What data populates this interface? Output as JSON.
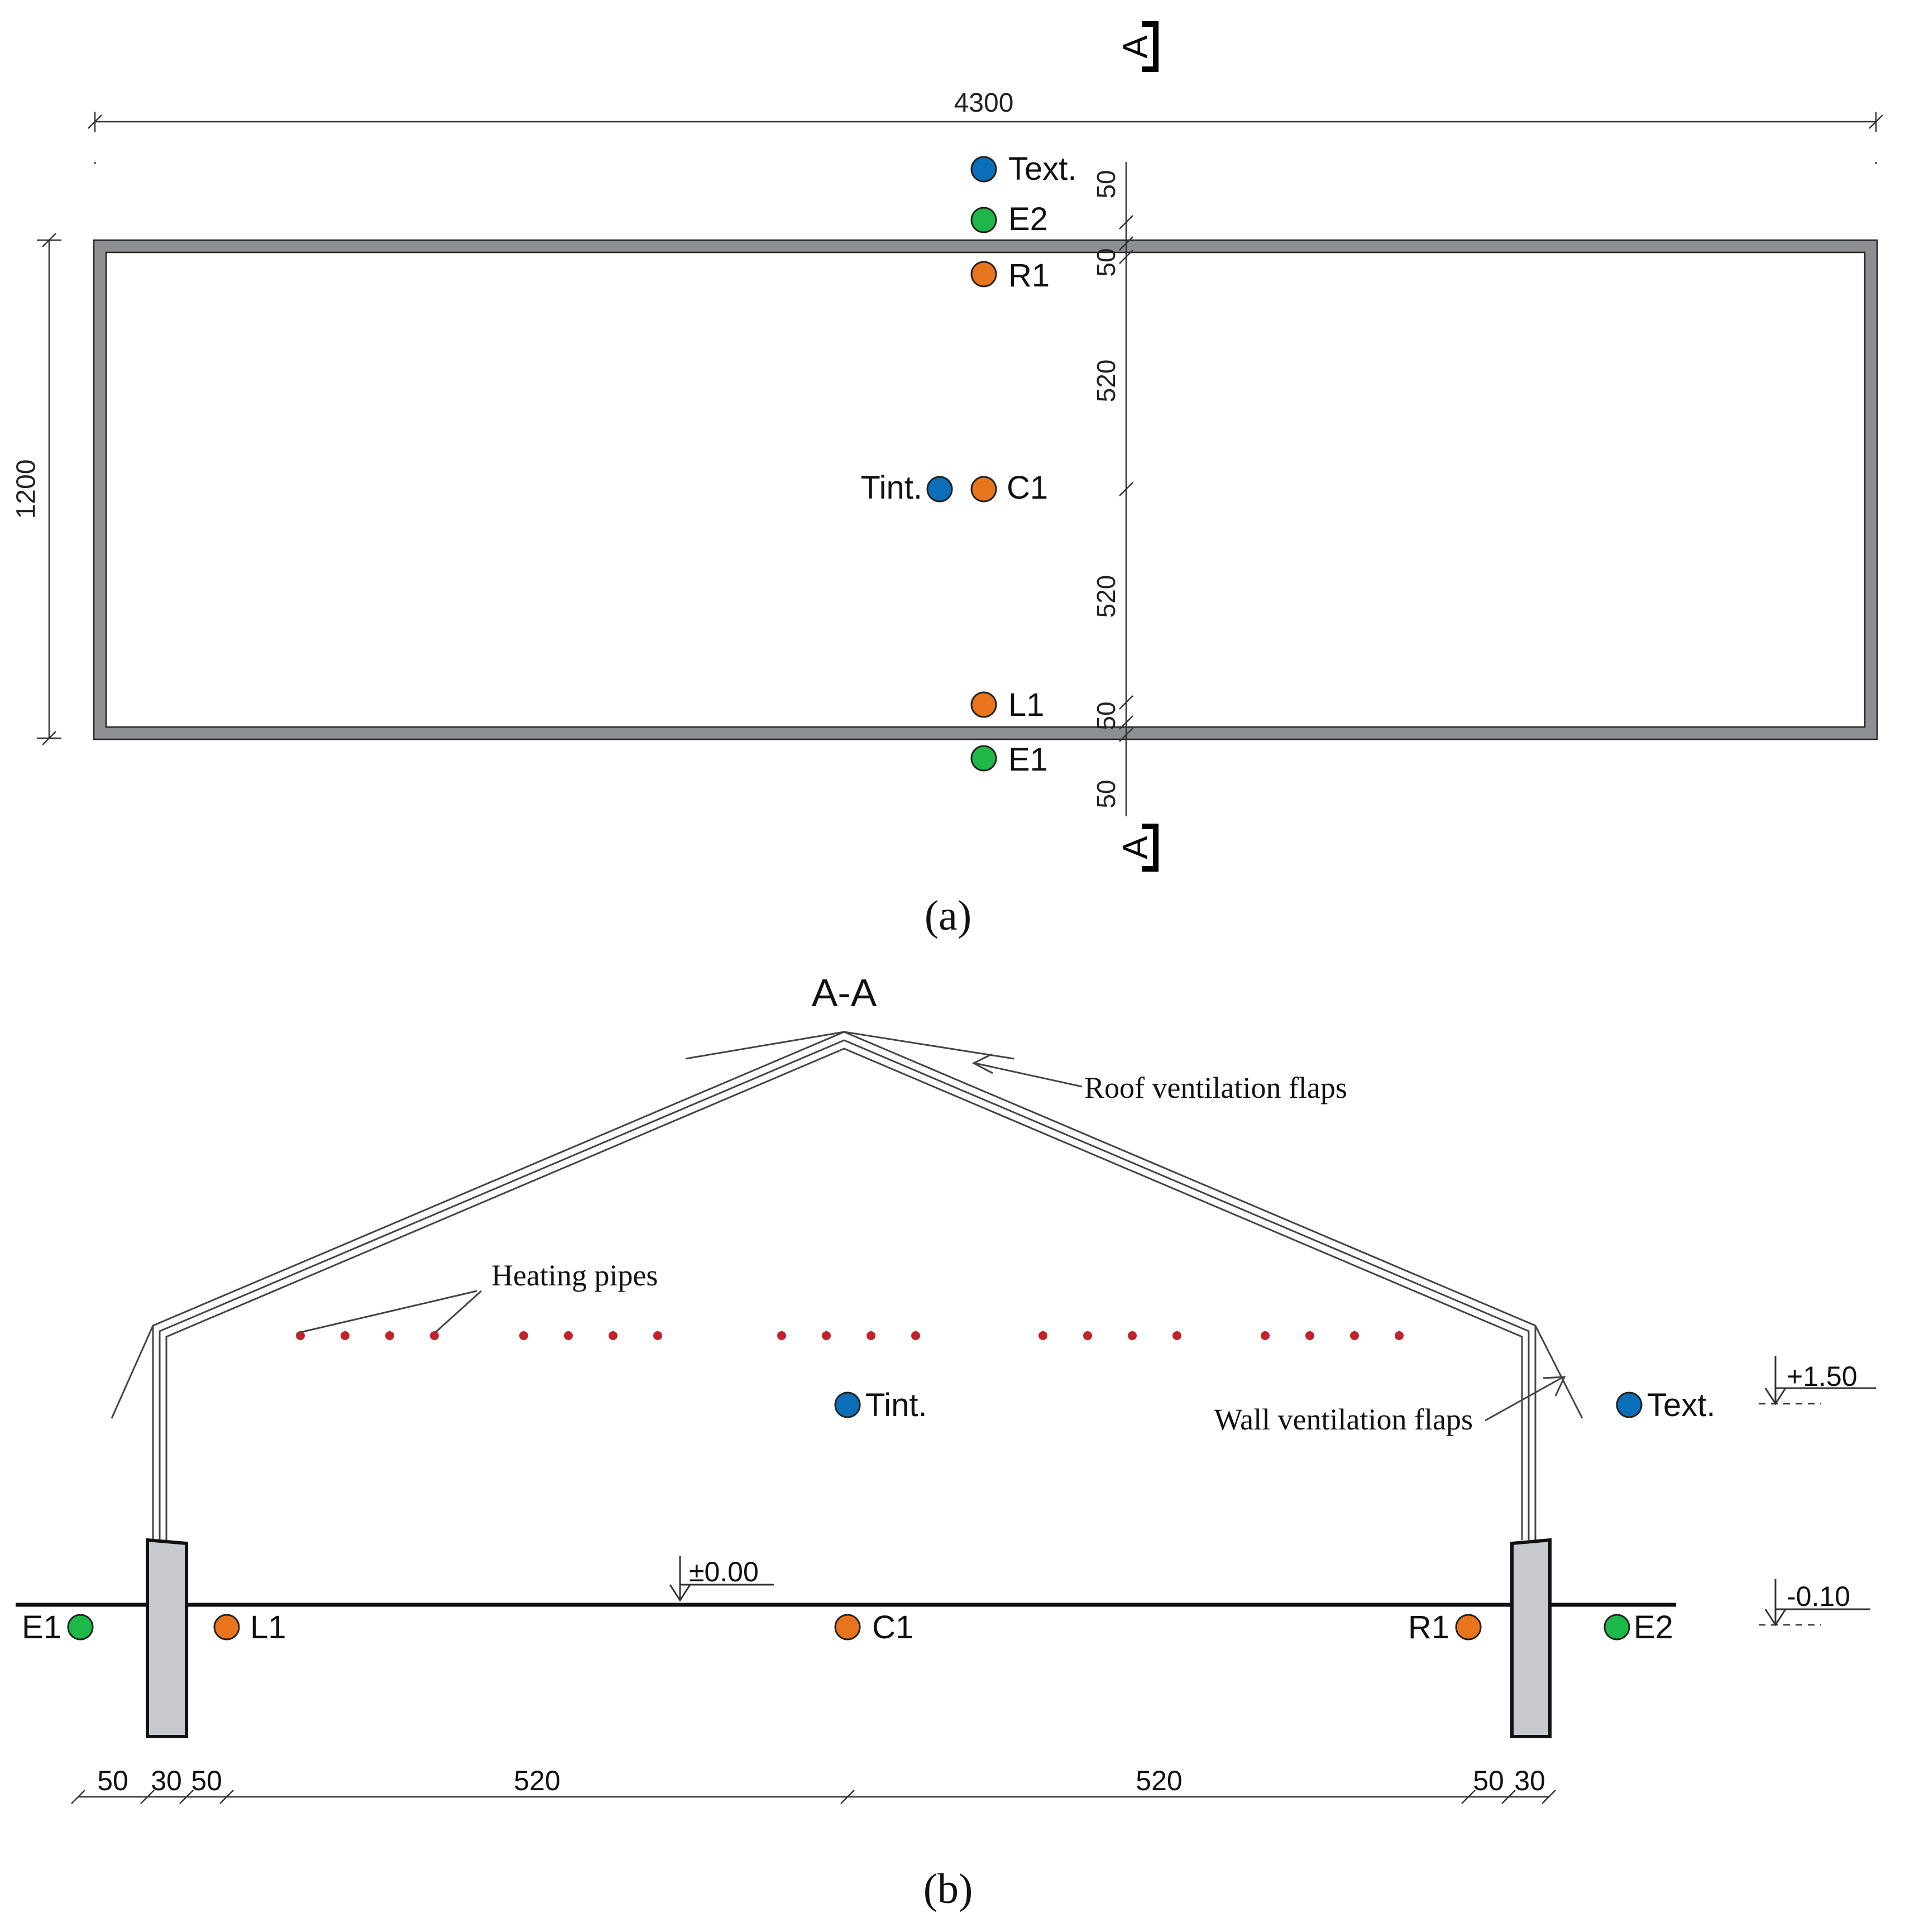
{
  "colors": {
    "blue": "#0a6fb8",
    "green": "#1db847",
    "orange": "#e8741e",
    "wall_gray": "#8e8f92",
    "pillar_gray": "#c8c9cc",
    "pipe_red": "#c0232c",
    "line": "#333333"
  },
  "plan": {
    "section_mark": "A",
    "width_dim": "4300",
    "height_dim": "1200",
    "sensors": {
      "text": "Text.",
      "e2": "E2",
      "r1": "R1",
      "tint": "Tint.",
      "c1": "C1",
      "l1": "L1",
      "e1": "E1"
    },
    "vertical_dims": [
      "50",
      "50",
      "520",
      "520",
      "50",
      "50"
    ],
    "caption": "(a)"
  },
  "section": {
    "title": "A-A",
    "roof_flaps_label": "Roof ventilation flaps",
    "heating_pipes_label": "Heating pipes",
    "wall_flaps_label": "Wall ventilation flaps",
    "level_top": "+1.50",
    "level_zero": "±0.00",
    "level_ground": "-0.10",
    "sensors": {
      "tint": "Tint.",
      "text": "Text.",
      "e1": "E1",
      "l1": "L1",
      "c1": "C1",
      "r1": "R1",
      "e2": "E2"
    },
    "bottom_dims": [
      "50",
      "30",
      "50",
      "520",
      "520",
      "50",
      "30"
    ],
    "caption": "(b)"
  }
}
